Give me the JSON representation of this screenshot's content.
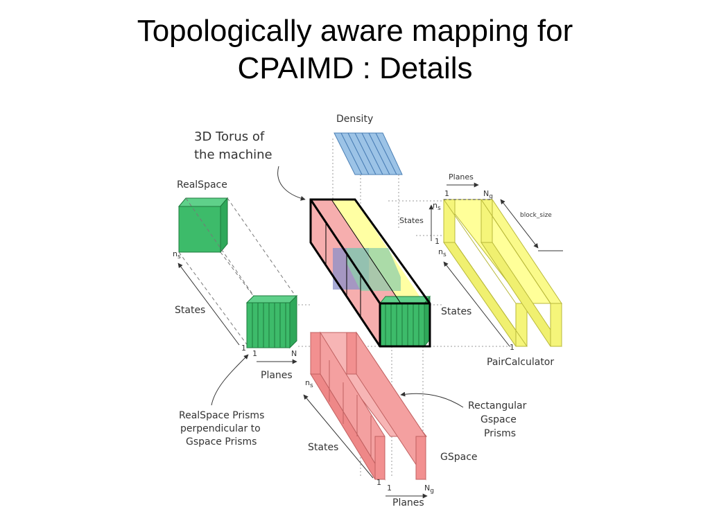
{
  "title": {
    "line1": "Topologically aware mapping for",
    "line2": "CPAIMD : Details"
  },
  "diagram": {
    "density": "Density",
    "torus_line1": "3D Torus of",
    "torus_line2": "the machine",
    "realspace": "RealSpace",
    "realspace_ns": "n",
    "realspace_states": "States",
    "realspace_one_a": "1",
    "realspace_one_b": "1",
    "realspace_n": "N",
    "realspace_planes": "Planes",
    "realspace_prisms_line1": "RealSpace Prisms",
    "realspace_prisms_line2": "perpendicular to",
    "realspace_prisms_line3": "Gspace Prisms",
    "pair_planes": "Planes",
    "pair_one": "1",
    "pair_ng": "N",
    "pair_ns_top": "n",
    "pair_states_top": "States",
    "pair_one_top": "1",
    "pair_ns_mid": "n",
    "block_size": "block_size",
    "pair_states": "States",
    "pair_one_bottom": "1",
    "paircalculator": "PairCalculator",
    "gspace_ns": "n",
    "gspace_states": "States",
    "gspace_one_a": "1",
    "gspace_one_b": "1",
    "gspace_ng": "N",
    "gspace_planes": "Planes",
    "gspace": "GSpace",
    "rect_line1": "Rectangular",
    "rect_line2": "Gspace",
    "rect_line3": "Prisms",
    "sub_s": "s",
    "sub_g": "g"
  },
  "colors": {
    "green": "#3dbb6a",
    "green_dark": "#1d7a3c",
    "yellow": "#ffff99",
    "pink": "#f4a0a0",
    "blue": "#9cc3e6",
    "overlay_blue": "#8a8fc8",
    "overlay_green": "#8fcfaa"
  }
}
